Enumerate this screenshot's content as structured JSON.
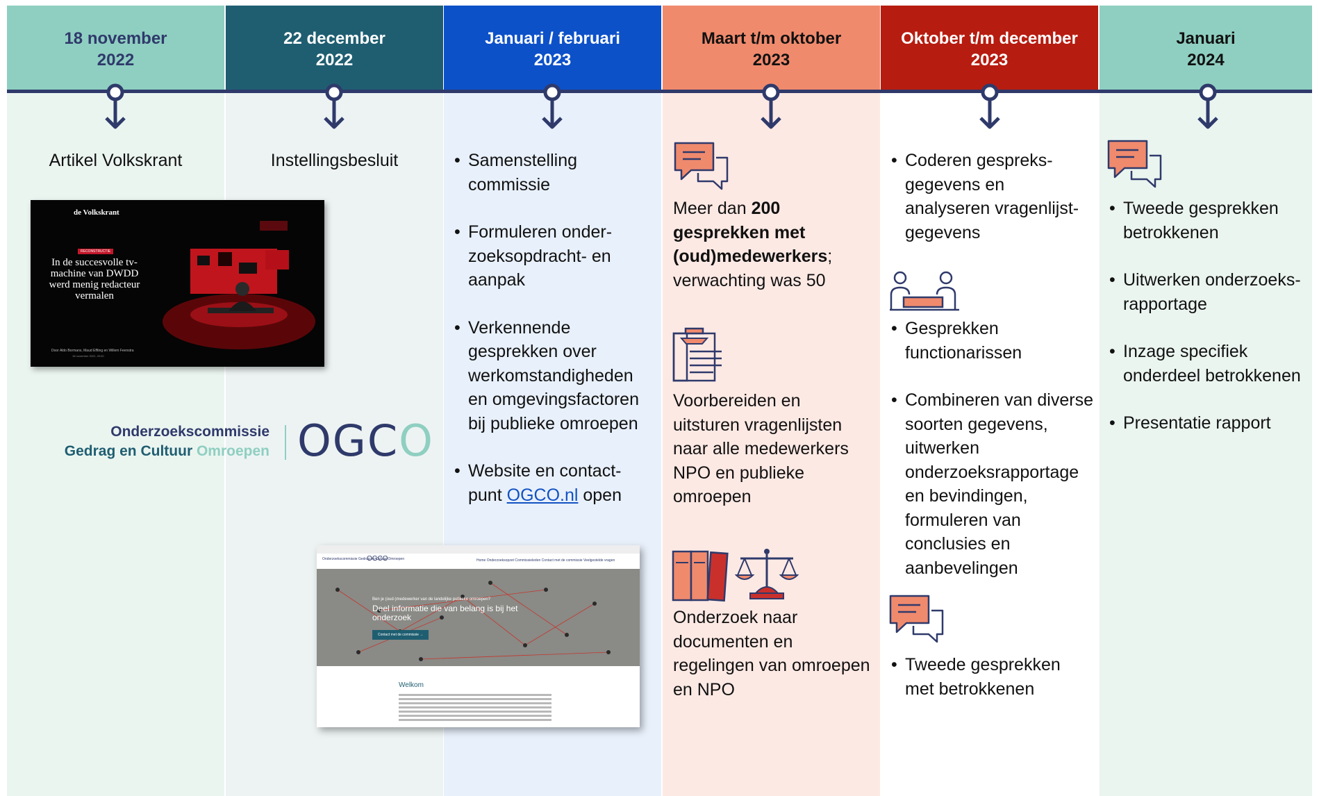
{
  "columns": [
    {
      "date_line1": "18 november",
      "date_line2": "2022",
      "title": "Artikel Volkskrant"
    },
    {
      "date_line1": "22 december",
      "date_line2": "2022",
      "title": "Instellingsbesluit"
    },
    {
      "date_line1": "Januari / februari",
      "date_line2": "2023",
      "items": [
        "Samenstelling commissie",
        "Formuleren onder-zoeksopdracht- en aanpak",
        "Verkennende gesprekken over werkomstandigheden en omgevingsfactoren bij publieke omroepen"
      ],
      "website_prefix": "Website en contact-punt",
      "website_link": "OGCO.nl",
      "website_suffix": "open"
    },
    {
      "date_line1": "Maart t/m oktober",
      "date_line2": "2023",
      "talks_prefix": "Meer dan",
      "talks_bold": "200 gesprekken met (oud)medewerkers",
      "talks_suffix": "; verwachting was 50",
      "survey": "Voorbereiden en uitsturen vragenlijsten naar alle medewerkers NPO en publieke omroepen",
      "documents": "Onderzoek naar documenten en regelingen van omroepen en NPO"
    },
    {
      "date_line1": "Oktober t/m december",
      "date_line2": "2023",
      "items_top": [
        "Coderen gespreks-gegevens en analyseren vragenlijst-gegevens"
      ],
      "items_mid": [
        "Gesprekken functionarissen",
        "Combineren van diverse soorten gegevens, uitwerken onderzoeksrapportage en bevindingen, formuleren van conclusies en aanbevelingen"
      ],
      "items_bottom": [
        "Tweede gesprekken met betrokkenen"
      ]
    },
    {
      "date_line1": "Januari",
      "date_line2": "2024",
      "items": [
        "Tweede gesprekken betrokkenen",
        "Uitwerken onderzoeks-rapportage",
        "Inzage specifiek onderdeel betrokkenen",
        "Presentatie rapport"
      ]
    }
  ],
  "volkskrant_thumb": {
    "brand": "de Volkskrant",
    "tag": "RECONSTRUCTIE",
    "headline": "In de succesvolle tv-machine van DWDD werd menig redacteur vermalen",
    "byline": "Door Aldo Bormans, Maud Effting en Willem Feenstra",
    "date": "18 november 2022, 20:00"
  },
  "ogco_logo": {
    "line1": "Onderzoekscommissie",
    "line2_dark": "Gedrag en Cultuur",
    "line2_light": "Omroepen",
    "mark_dark": "OGC",
    "mark_light": "O"
  },
  "website_shot": {
    "nav_logo": "Onderzoekscommissie Gedrag en Cultuur Omroepen",
    "nav_ogco": "OGCO",
    "nav_links": "Home   Onderzoeksopzet   Commissieleden   Contact met de commissie   Veelgestelde vragen",
    "hero_question": "Ben je (oud-)medewerker van de landelijke publieke omroepen?",
    "hero_heading": "Deel informatie die van belang is bij het onderzoek",
    "hero_button": "Contact met de commissie  →",
    "welcome": "Welkom"
  },
  "colors": {
    "navy": "#2f3a6b",
    "teal_light": "#8fcfc1",
    "teal_dark": "#1f5e71",
    "blue": "#0d51c9",
    "salmon": "#f08a6d",
    "red": "#b71c10",
    "icon_fill": "#f08a6d",
    "icon_dark_red": "#c9302c"
  }
}
